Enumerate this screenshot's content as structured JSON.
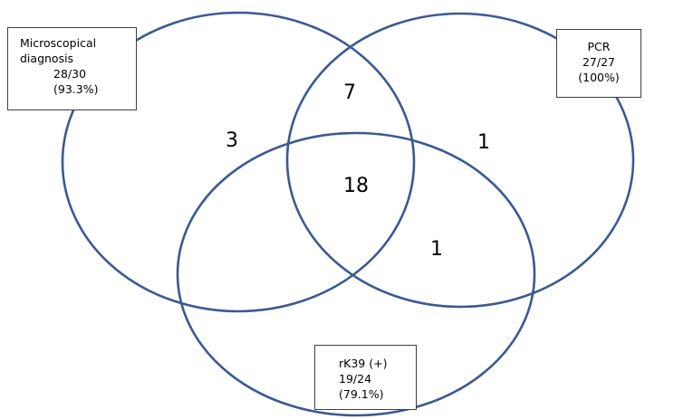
{
  "sets": {
    "microscopy": {
      "lines": [
        "Microscopical",
        "diagnosis",
        "28/30",
        "(93.3%)"
      ]
    },
    "pcr": {
      "lines": [
        "PCR",
        "27/27",
        "(100%)"
      ]
    },
    "rk39": {
      "lines": [
        "rK39 (+)",
        "19/24",
        "(79.1%)"
      ]
    }
  },
  "regions": {
    "microscopy_only": "3",
    "microscopy_pcr": "7",
    "all_three": "18",
    "pcr_only": "1",
    "pcr_rk39": "1"
  },
  "colors": {
    "circle_stroke": "#3a5a93",
    "box_border": "#3f3f3f"
  }
}
